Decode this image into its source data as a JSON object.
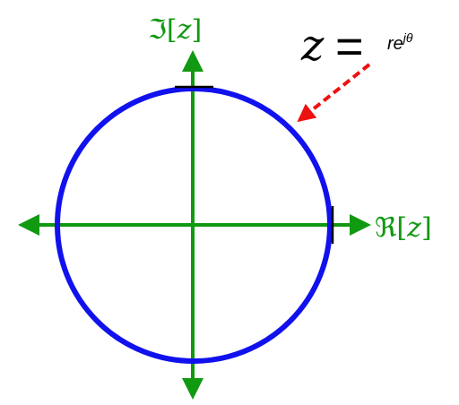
{
  "axes": {
    "imag_label": {
      "prefix": "ℑ",
      "open": "[",
      "var": "z",
      "close": "]"
    },
    "real_label": {
      "prefix": "ℜ",
      "open": "[",
      "var": "z",
      "close": "]"
    },
    "axis_color": "#119911"
  },
  "circle": {
    "color": "#1111ee"
  },
  "equation": {
    "lhs": "z",
    "equals": "=",
    "rhs_base": "re",
    "rhs_sup": "jθ"
  },
  "pointer": {
    "color": "#ee1111"
  }
}
